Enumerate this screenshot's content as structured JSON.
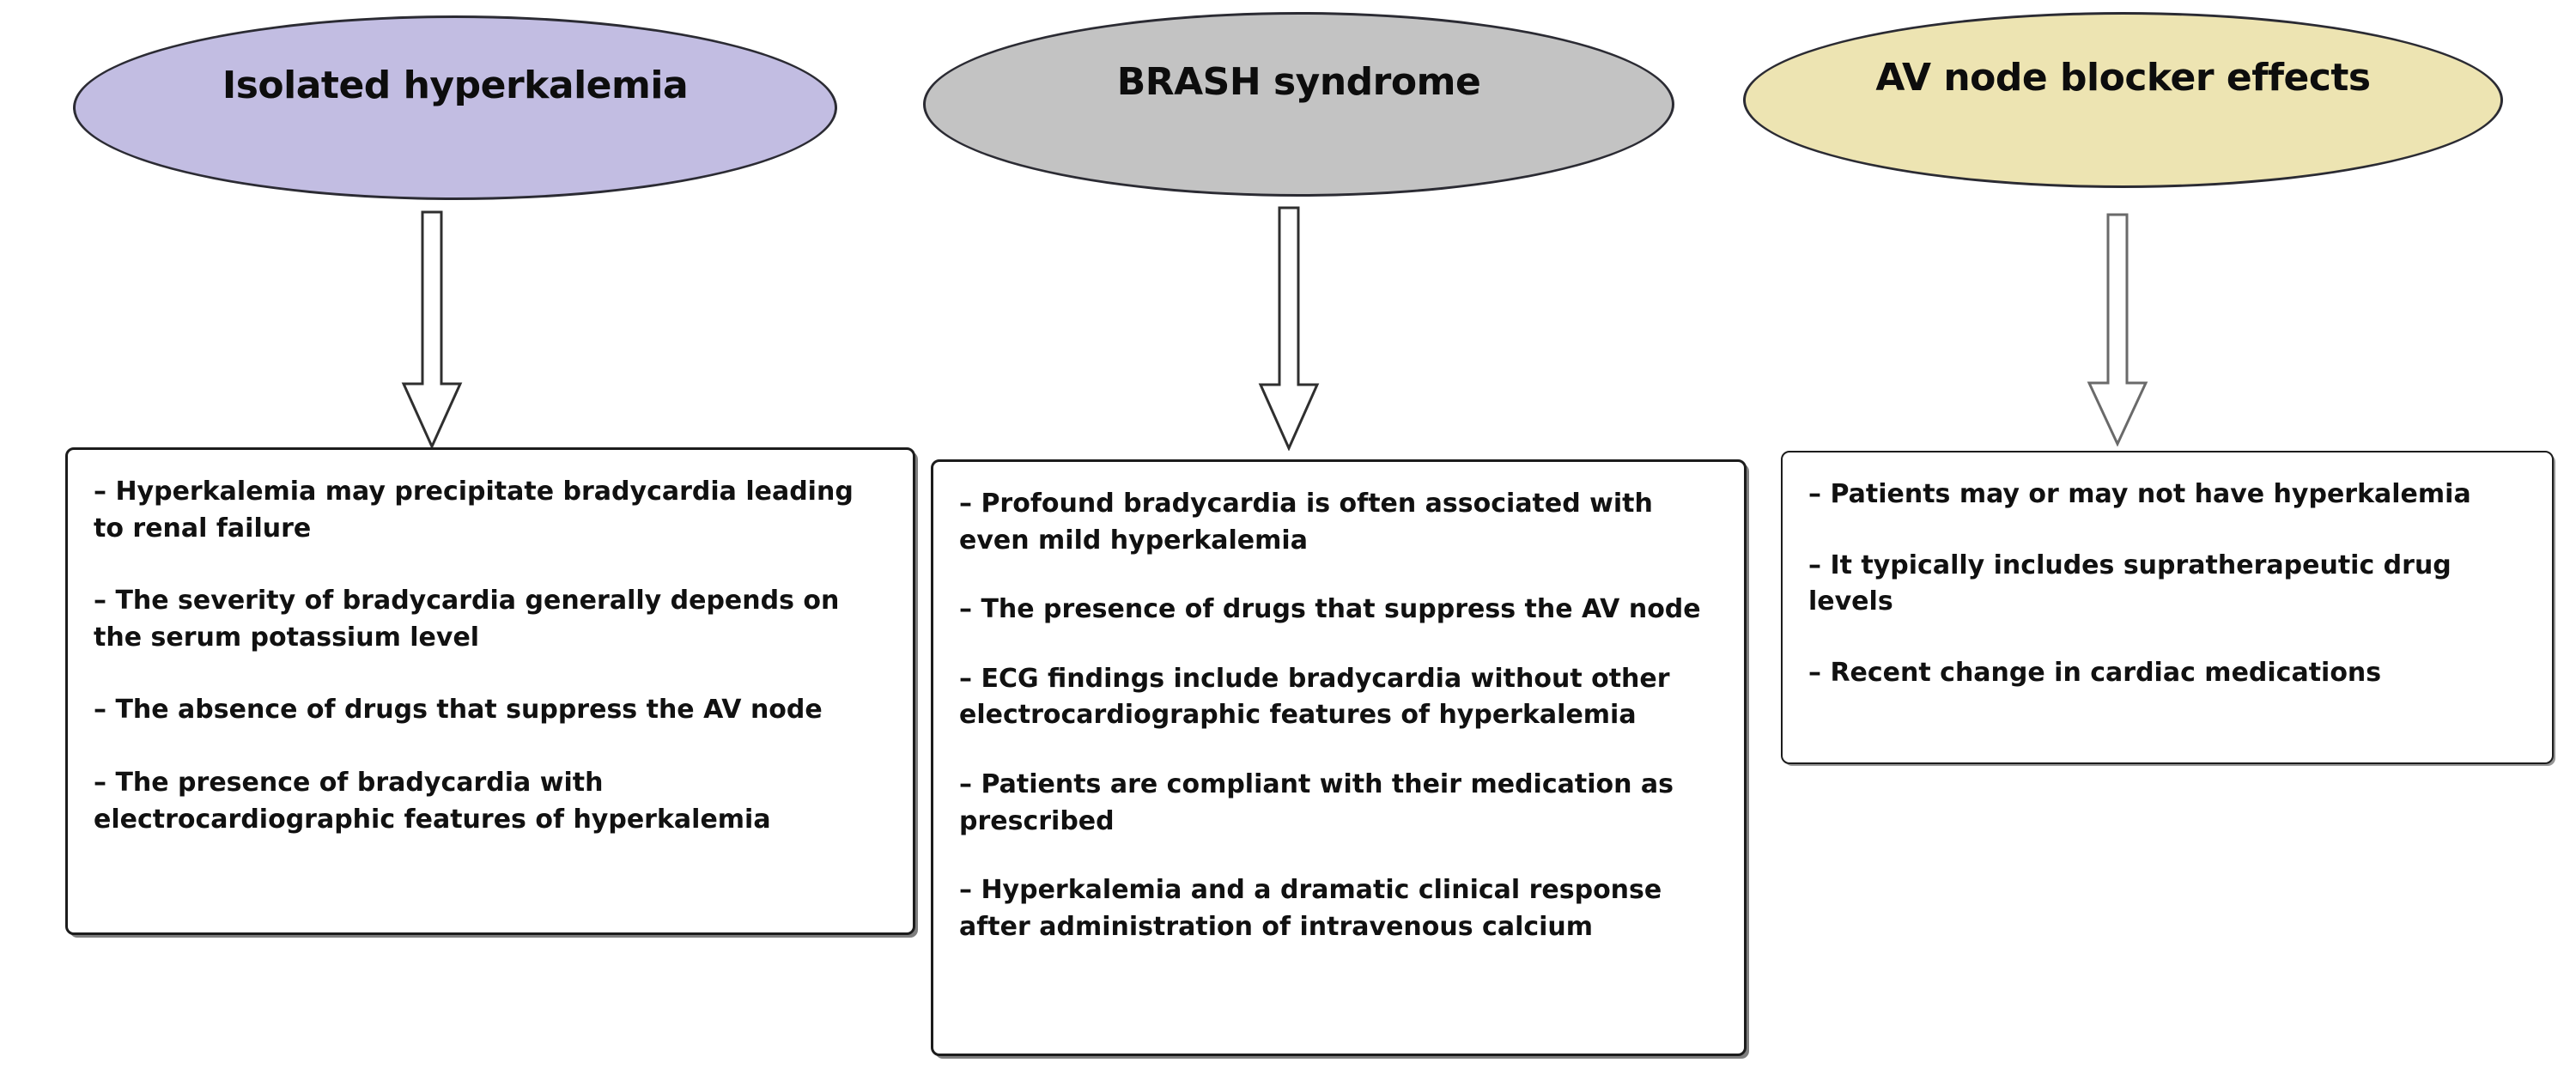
{
  "diagram": {
    "type": "comparison-flow",
    "columns": [
      {
        "id": "isolated-hyperkalemia",
        "node": {
          "label": "Isolated hyperkalemia",
          "shape": "ellipse",
          "fill": "#c2bde2",
          "stroke": "#2b2b33"
        },
        "connector": {
          "icon": "down-block-arrow",
          "style": "hollow-outline",
          "direction": "down"
        },
        "box": {
          "bullets": [
            "– Hyperkalemia may precipitate bradycardia leading to renal failure",
            "– The severity of bradycardia generally depends on the serum potassium level",
            "– The absence of drugs that suppress the AV node",
            "– The presence of bradycardia with electrocardiographic features of hyperkalemia"
          ]
        }
      },
      {
        "id": "brash-syndrome",
        "node": {
          "label": "BRASH syndrome",
          "shape": "ellipse",
          "fill": "#c3c3c3",
          "stroke": "#2b2b33"
        },
        "connector": {
          "icon": "down-block-arrow",
          "style": "hollow-outline",
          "direction": "down"
        },
        "box": {
          "bullets": [
            "– Profound bradycardia is often associated with even mild hyperkalemia",
            "– The presence of drugs that suppress the AV node",
            "– ECG findings include bradycardia without other electrocardiographic features of hyperkalemia",
            "– Patients are compliant with their medication as prescribed",
            "– Hyperkalemia and a dramatic clinical response after administration of intravenous calcium"
          ]
        }
      },
      {
        "id": "av-node-blocker-effects",
        "node": {
          "label": "AV node blocker effects",
          "shape": "ellipse",
          "fill": "#ede4b2",
          "stroke": "#2b2b33"
        },
        "connector": {
          "icon": "down-block-arrow",
          "style": "hollow-outline",
          "direction": "down"
        },
        "box": {
          "bullets": [
            "– Patients may or may not have hyperkalemia",
            "– It typically includes supratherapeutic drug levels",
            "– Recent change in cardiac medications"
          ]
        }
      }
    ]
  }
}
